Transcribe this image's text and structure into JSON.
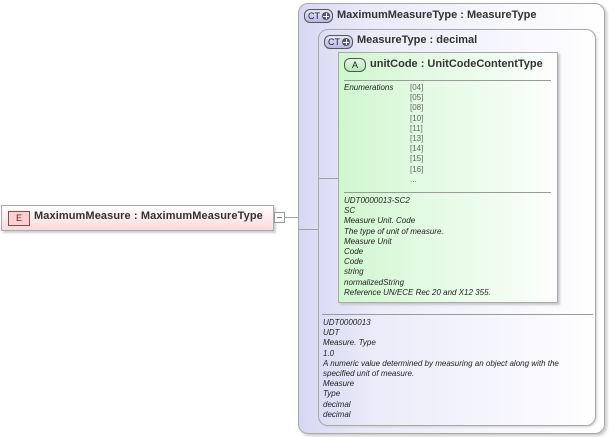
{
  "element": {
    "badge": "E",
    "name": "MaximumMeasure",
    "separator": " : ",
    "type": "MaximumMeasureType",
    "title": "MaximumMeasure : MaximumMeasureType"
  },
  "outer_type": {
    "badge": "CT",
    "title": "MaximumMeasureType : MeasureType",
    "documentation": [
      "UDT0000013",
      "UDT",
      "Measure. Type",
      "1.0",
      "A numeric value determined by measuring an object along with the",
      "specified unit of measure.",
      "Measure",
      "Type",
      "decimal",
      "decimal"
    ]
  },
  "inner_type": {
    "badge": "CT",
    "title": "MeasureType : decimal"
  },
  "attribute": {
    "badge": "A",
    "title": "unitCode : UnitCodeContentType",
    "enumerations_label": "Enumerations",
    "enumerations": [
      "[04]",
      "[05]",
      "[08]",
      "[10]",
      "[11]",
      "[13]",
      "[14]",
      "[15]",
      "[16]",
      "..."
    ],
    "documentation": [
      "UDT0000013-SC2",
      "SC",
      "Measure Unit. Code",
      "The type of unit of measure.",
      "Measure Unit",
      "Code",
      "Code",
      "string",
      "normalizedString",
      "Reference UN/ECE Rec 20 and X12 355."
    ]
  },
  "colors": {
    "element_fill": "#fbd9d9",
    "complex_type_fill": "#d7d7f4",
    "attribute_fill": "#cff7cf"
  }
}
